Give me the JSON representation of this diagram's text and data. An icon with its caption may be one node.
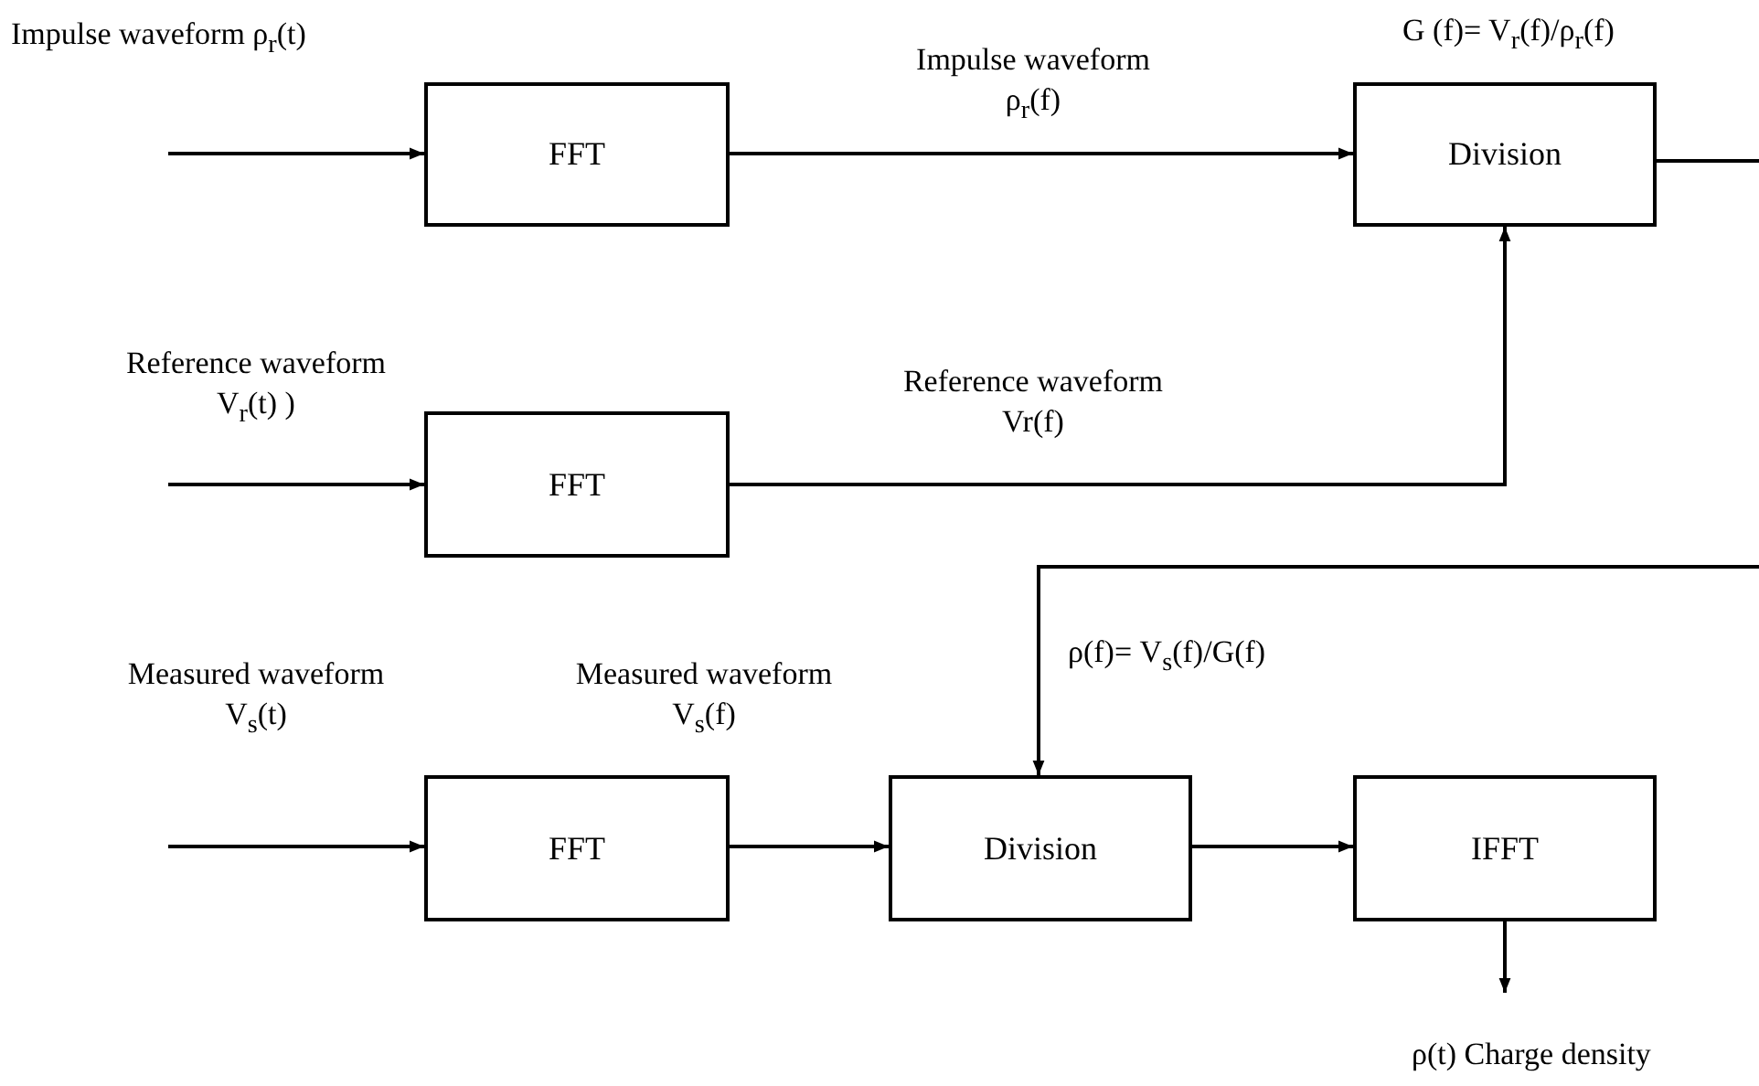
{
  "diagram": {
    "nodes": [
      {
        "text": [
          "FFT"
        ]
      },
      {
        "text": [
          "Division"
        ],
        "beside": [
          "G (f)=  V$_{r}$(f)/ρ$_{r}$(f)"
        ]
      },
      {
        "text": [
          "FFT"
        ]
      },
      {
        "text": [
          "FFT"
        ]
      },
      {
        "text": [
          "Division"
        ]
      },
      {
        "text": [
          "IFFT"
        ]
      }
    ],
    "edges": [
      {
        "from": null,
        "to": 0,
        "arrow": "to",
        "label": "Impulse waveform ρ$_{r}$(t)"
      },
      {
        "from": 0,
        "to": 1,
        "arrow": "to",
        "label": "Impulse waveform ρ$_{r}$(f)"
      },
      {
        "from": 1,
        "to": null,
        "arrow": "none"
      },
      {
        "from": null,
        "to": 2,
        "arrow": "to",
        "label": "Reference waveform V$_{r}$(t) )"
      },
      {
        "from": 2,
        "to": 1,
        "arrow": "to",
        "label": "Reference waveform Vr(f)"
      },
      {
        "from": null,
        "to": 4,
        "arrow": "to",
        "label": "ρ(f)=  V$_{s}$(f)/G(f)"
      },
      {
        "from": null,
        "to": 3,
        "arrow": "to",
        "label": "Measured waveform V$_{s}$(t)"
      },
      {
        "from": 3,
        "to": 4,
        "arrow": "to",
        "label": "Measured waveform V$_{s}$(f)"
      },
      {
        "from": 4,
        "to": 5,
        "arrow": "to"
      },
      {
        "from": 5,
        "to": null,
        "arrow": "to",
        "label": "ρ(t)  Charge density"
      }
    ]
  }
}
